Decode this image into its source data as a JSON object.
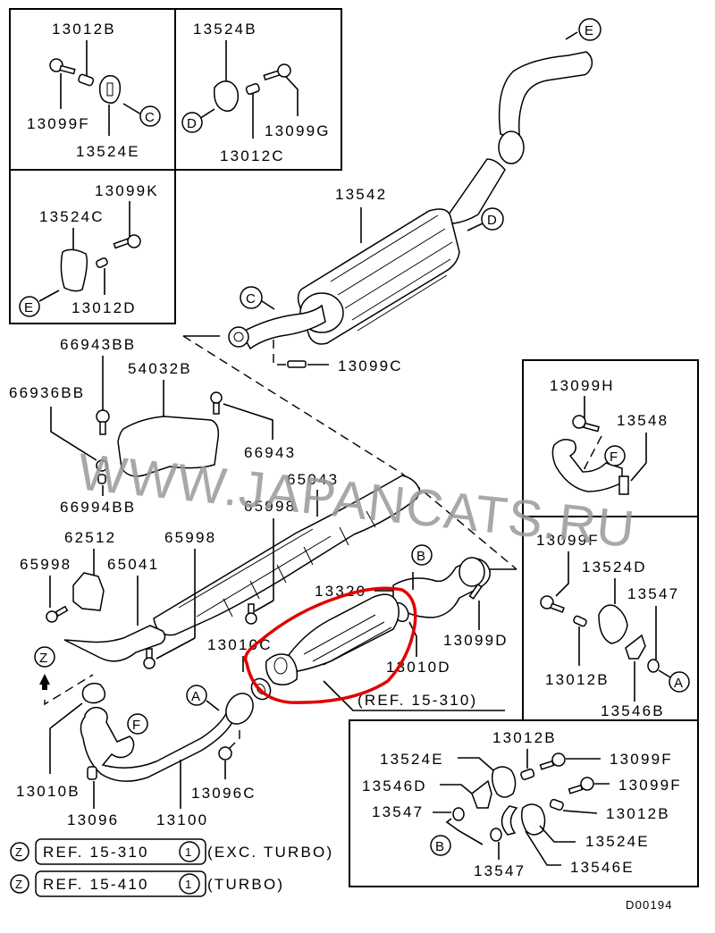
{
  "diagram": {
    "title": "Exhaust system parts diagram",
    "drawing_code": "D00194",
    "watermark": "WWW.JAPANCATS.RU",
    "highlight_color": "#e10000",
    "inset_top_left_1": {
      "labels": [
        "13012B",
        "13099F",
        "13524E"
      ],
      "callout": "C"
    },
    "inset_top_left_2": {
      "labels": [
        "13524B",
        "13099G",
        "13012C"
      ],
      "callout": "D"
    },
    "inset_mid_left": {
      "labels": [
        "13099K",
        "13524C",
        "13012D"
      ],
      "callout": "E"
    },
    "inset_right_upper": {
      "labels": [
        "13099H",
        "13548"
      ],
      "callout": "F"
    },
    "inset_right_lower": {
      "labels": [
        "13099F",
        "13524D",
        "13547",
        "13012B",
        "13546B"
      ],
      "callout": "A"
    },
    "inset_bottom_right": {
      "labels": [
        "13012B",
        "13524E",
        "13099F",
        "13546D",
        "13099F",
        "13547",
        "13012B",
        "13524E",
        "13547",
        "13546E"
      ],
      "callout": "B"
    },
    "main_labels": {
      "muffler": "13542",
      "muffler_bolt": "13099C",
      "heat_protector_bolt_1": "66943BB",
      "heat_protector": "54032B",
      "heat_protector_bolt_2": "66936BB",
      "heat_protector_bolt_3": "66943",
      "heat_protector_nut": "66994BB",
      "floor_protector": "65043",
      "floor_screw_1": "65998",
      "bracket": "62512",
      "floor_screw_2": "65998",
      "floor_screw_3": "65998",
      "center_protector": "65041",
      "gasket_c": "13010C",
      "catalytic_converter": "13320",
      "gasket_d": "13010D",
      "cat_bolt": "13099D",
      "cat_ref": "(REF. 15-310)",
      "gasket_b": "13010B",
      "front_nut": "13096",
      "front_pipe": "13100",
      "front_pipe_nut": "13096C"
    },
    "callouts": {
      "e_top": "E",
      "d_muffler": "D",
      "c_muffler": "C",
      "b_cat": "B",
      "a_pipe": "A",
      "f_pipe": "F",
      "z_marker": "Z"
    },
    "references": [
      {
        "marker": "Z",
        "ref": "REF. 15-310",
        "index": "1",
        "note": "(EXC. TURBO)"
      },
      {
        "marker": "Z",
        "ref": "REF. 15-410",
        "index": "1",
        "note": "(TURBO)"
      }
    ]
  }
}
